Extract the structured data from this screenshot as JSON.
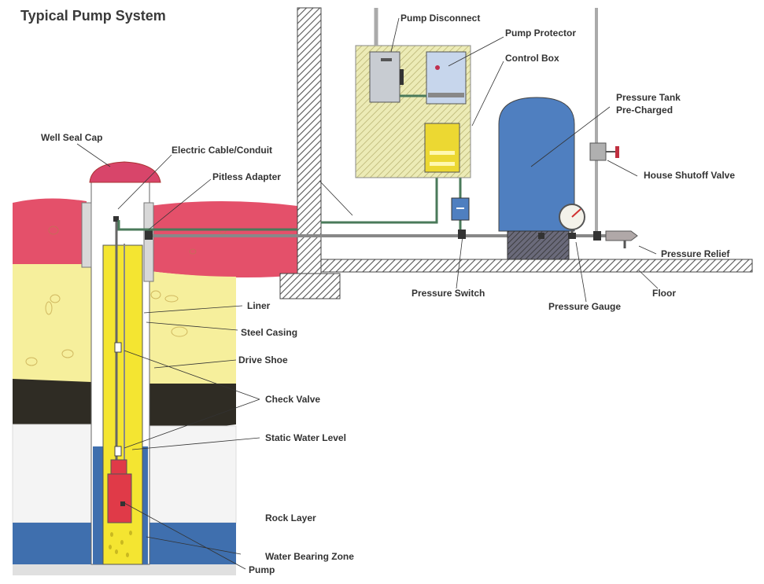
{
  "title": "Typical Pump System",
  "labels": {
    "well_seal_cap": "Well Seal Cap",
    "electric_cable": "Electric Cable/Conduit",
    "pitless_adapter": "Pitless Adapter",
    "pump_disconnect": "Pump Disconnect",
    "pump_protector": "Pump Protector",
    "control_box": "Control Box",
    "pressure_tank_1": "Pressure Tank",
    "pressure_tank_2": "Pre-Charged",
    "house_shutoff": "House Shutoff Valve",
    "pressure_relief": "Pressure Relief",
    "pressure_switch": "Pressure Switch",
    "pressure_gauge": "Pressure Gauge",
    "floor": "Floor",
    "liner": "Liner",
    "steel_casing": "Steel Casing",
    "drive_shoe": "Drive Shoe",
    "check_valve": "Check Valve",
    "static_water": "Static Water Level",
    "rock_layer": "Rock Layer",
    "water_zone": "Water Bearing Zone",
    "pump": "Pump"
  },
  "colors": {
    "topsoil": "#e4506a",
    "sand": "#f6ef9c",
    "clay": "#2f2c24",
    "rock": "#f4f4f4",
    "water": "#3f6fae",
    "liner": "#f4e531",
    "seal_cap": "#d8456a",
    "pump": "#e03a48",
    "tank": "#4f7fc0",
    "panel": "#ecebb6",
    "pipe": "#4a7a5a",
    "wall": "#555555"
  }
}
